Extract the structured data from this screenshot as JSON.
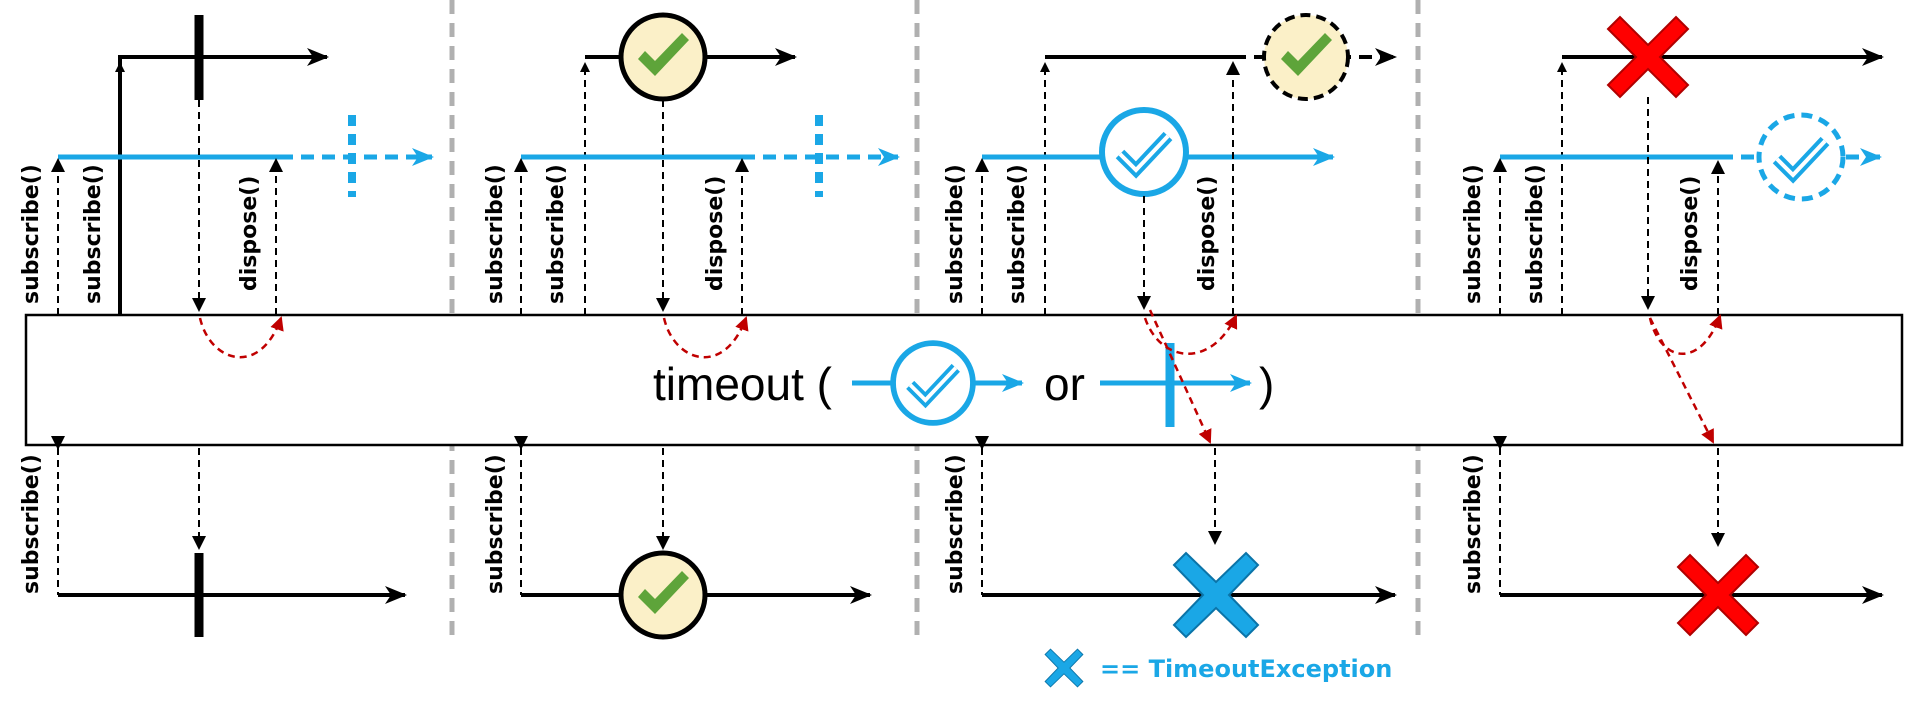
{
  "operator": {
    "name": "timeout (",
    "or": "or",
    "close": ")"
  },
  "labels": {
    "subscribe": "subscribe()",
    "dispose": "dispose()"
  },
  "legend": {
    "text": "==  TimeoutException"
  },
  "scenarios": [
    {
      "source_event": "complete",
      "timeout_event": "complete-vertical",
      "result_event": "complete"
    },
    {
      "source_event": "value",
      "timeout_event": "complete-vertical",
      "result_event": "value"
    },
    {
      "source_event": "value-late",
      "timeout_event": "value",
      "result_event": "timeout-error"
    },
    {
      "source_event": "error",
      "timeout_event": "value-late",
      "result_event": "error"
    }
  ],
  "colors": {
    "accent": "#1aa7e6",
    "error_red": "#ff0000",
    "value_fill": "#fbf0c8",
    "value_check": "#5ea43a",
    "line": "#000000",
    "dispose_arrow": "#c00000",
    "divider": "#b0b0b0"
  }
}
